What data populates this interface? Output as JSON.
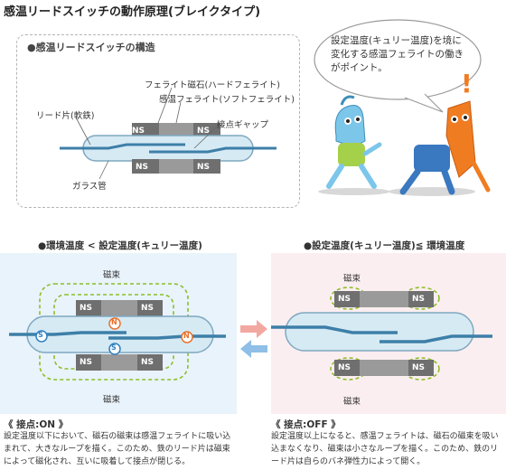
{
  "title": "感温リードスイッチの動作原理(ブレイクタイプ)",
  "structure": {
    "heading": "●感温リードスイッチの構造",
    "label_ferrite_magnet": "フェライト磁石(ハードフェライト)",
    "label_temp_ferrite": "感温フェライト(ソフトフェライト)",
    "label_reed": "リード片(軟鉄)",
    "label_gap": "接点ギャップ",
    "label_glass": "ガラス管",
    "magnet_label": "NS"
  },
  "bubble": {
    "text": "設定温度(キュリー温度)を境に変化する感温フェライトの働きがポイント。"
  },
  "on_state": {
    "heading": "●環境温度 < 設定温度(キュリー温度)",
    "flux_top": "磁束",
    "flux_bottom": "磁束",
    "pole_n": "N",
    "pole_s": "S",
    "caption_title": "《 接点:ON 》",
    "caption_text": "設定温度以下において、磁石の磁束は感温フェライトに吸い込まれて、大きなループを描く。このため、鉄のリード片は磁束によって磁化され、互いに吸着して接点が閉じる。"
  },
  "off_state": {
    "heading": "●設定温度(キュリー温度)≦ 環境温度",
    "flux_top": "磁束",
    "flux_bottom": "磁束",
    "caption_title": "《 接点:OFF 》",
    "caption_text": "設定温度以上になると、感温フェライトは、磁石の磁束を吸い込まなくなり、磁束は小さなループを描く。このため、鉄のリード片は自らのバネ弾性力によって開く。"
  },
  "colors": {
    "magnet": "#6f6f6f",
    "glass": "#bfdceb",
    "reed": "#3d7fa8",
    "flux": "#8bbf2a",
    "on_bg": "#e9f3fb",
    "off_bg": "#fbeef0",
    "arrow_right": "#f2a8a0",
    "arrow_left": "#8fbfe6",
    "pole_n": "#e8702a",
    "pole_s": "#2f7fc1"
  }
}
